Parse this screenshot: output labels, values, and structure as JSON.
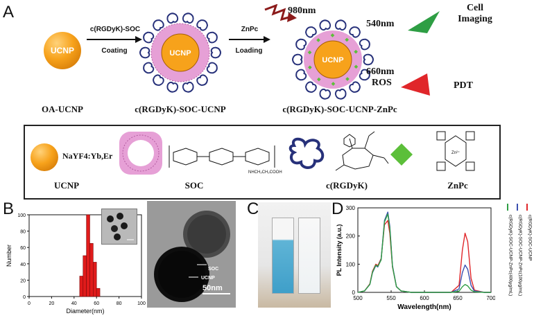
{
  "panels": {
    "a": "A",
    "b": "B",
    "c": "C",
    "d": "D"
  },
  "scheme": {
    "core_label": "UCNP",
    "step1": {
      "reagent": "c(RGDyK)-SOC",
      "action": "Coating"
    },
    "step2": {
      "reagent": "ZnPc",
      "action": "Loading"
    },
    "names": [
      "OA-UCNP",
      "c(RGDyK)-SOC-UCNP",
      "c(RGDyK)-SOC-UCNP-ZnPc"
    ],
    "excitation": "980nm",
    "emission_green": "540nm",
    "emission_red": "660nm",
    "ros": "ROS",
    "cell_imaging": [
      "Cell",
      "Imaging"
    ],
    "pdt": "PDT",
    "colors": {
      "core": "#f7a21b",
      "shell": "#e6a0d6",
      "ligand": "#27317a",
      "green": "#2e9e44",
      "red": "#e0262a",
      "laser": "#8b1a1a"
    }
  },
  "legend": {
    "ucnp_formula": "NaYF4:Yb,Er",
    "names": [
      "UCNP",
      "SOC",
      "c(RGDyK)",
      "ZnPc"
    ],
    "soc_group": "NHCH₂CH₂COOH",
    "zn": "Zn²⁺",
    "diamond_color": "#5cbf3a"
  },
  "tem": {
    "scale": "50nm",
    "soc": "SOC",
    "ucnp": "UCNP"
  },
  "chart_data": [
    {
      "type": "bar",
      "xlabel": "Diameter(nm)",
      "ylabel": "Number",
      "xlim": [
        0,
        100
      ],
      "ylim": [
        0,
        100
      ],
      "xticks": [
        0,
        20,
        40,
        60,
        80,
        100
      ],
      "yticks": [
        0,
        20,
        40,
        60,
        80,
        100
      ],
      "bin_width": 3,
      "bins": [
        {
          "start": 45,
          "value": 25
        },
        {
          "start": 48,
          "value": 50
        },
        {
          "start": 51,
          "value": 100
        },
        {
          "start": 54,
          "value": 65
        },
        {
          "start": 57,
          "value": 42
        },
        {
          "start": 60,
          "value": 10
        }
      ],
      "color": "#e01b1b"
    },
    {
      "type": "line",
      "xlabel": "Wavelength(nm)",
      "ylabel": "PL Intensity (a.u.)",
      "xlim": [
        500,
        700
      ],
      "ylim": [
        0,
        300
      ],
      "xticks": [
        500,
        550,
        600,
        650,
        700
      ],
      "yticks": [
        0,
        100,
        200,
        300
      ],
      "series": [
        {
          "name": "c(RGDyK)-SOC-UCNP",
          "color": "#e0262a",
          "x": [
            500,
            510,
            518,
            522,
            527,
            530,
            535,
            540,
            545,
            548,
            552,
            558,
            565,
            580,
            640,
            652,
            657,
            661,
            665,
            670,
            675,
            690,
            700
          ],
          "y": [
            0,
            5,
            30,
            75,
            100,
            95,
            120,
            240,
            255,
            210,
            90,
            20,
            5,
            0,
            0,
            25,
            150,
            210,
            180,
            50,
            8,
            0,
            0
          ]
        },
        {
          "name": "c(RGDyK)-SOC-UCNP-ZnPc(100μg/mL)",
          "color": "#3b4fb0",
          "x": [
            500,
            510,
            518,
            522,
            527,
            530,
            535,
            540,
            545,
            548,
            552,
            558,
            565,
            580,
            640,
            652,
            657,
            661,
            665,
            670,
            675,
            690,
            700
          ],
          "y": [
            0,
            5,
            28,
            70,
            95,
            90,
            118,
            255,
            285,
            235,
            95,
            20,
            5,
            0,
            0,
            12,
            70,
            97,
            82,
            25,
            5,
            0,
            0
          ]
        },
        {
          "name": "c(RGDyK)-SOC-UCNP-ZnPc(400μg/mL)",
          "color": "#2e9e44",
          "x": [
            500,
            510,
            518,
            522,
            527,
            530,
            535,
            540,
            545,
            548,
            552,
            558,
            565,
            580,
            640,
            652,
            657,
            661,
            665,
            670,
            675,
            690,
            700
          ],
          "y": [
            0,
            5,
            28,
            72,
            97,
            92,
            115,
            250,
            278,
            228,
            92,
            20,
            5,
            0,
            0,
            4,
            20,
            28,
            23,
            8,
            2,
            0,
            0
          ]
        }
      ]
    }
  ]
}
